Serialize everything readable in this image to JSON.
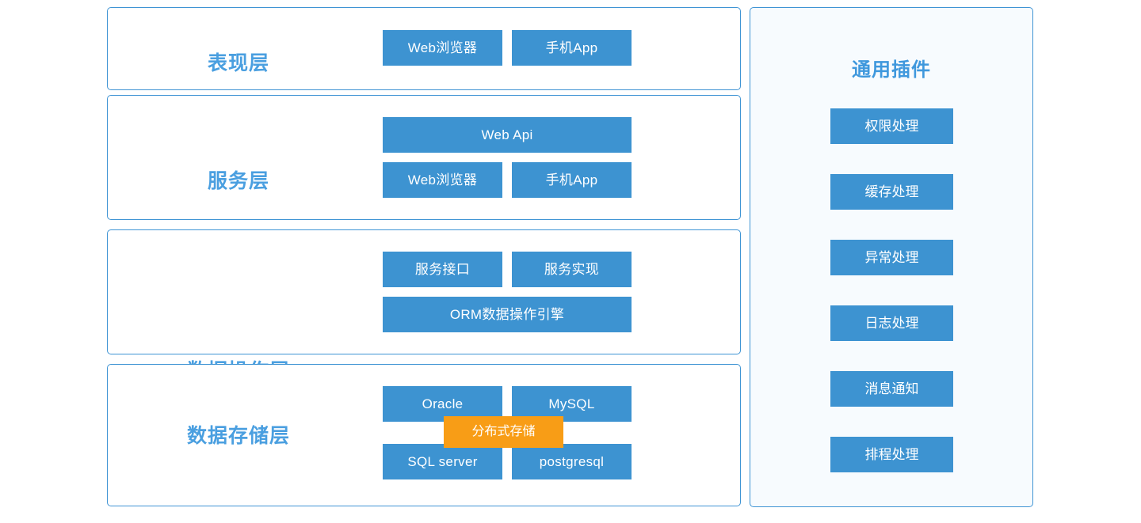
{
  "diagram": {
    "accent_blue": "#3d93d1",
    "title_blue": "#4a9fe0",
    "accent_orange": "#f89d16",
    "panel_border": "#3f94d4",
    "sidebar_bg": "#f7fbfe"
  },
  "layers": [
    {
      "title": "表现层",
      "rows": [
        {
          "boxes": [
            {
              "label": "Web浏览器",
              "span": "half"
            },
            {
              "label": "手机App",
              "span": "half"
            }
          ]
        }
      ]
    },
    {
      "title": "服务层",
      "rows": [
        {
          "boxes": [
            {
              "label": "Web  Api",
              "span": "full"
            }
          ]
        },
        {
          "boxes": [
            {
              "label": "Web浏览器",
              "span": "half"
            },
            {
              "label": "手机App",
              "span": "half"
            }
          ]
        }
      ]
    },
    {
      "title": "数据操作层",
      "rows": [
        {
          "boxes": [
            {
              "label": "服务接口",
              "span": "half"
            },
            {
              "label": "服务实现",
              "span": "half"
            }
          ]
        },
        {
          "boxes": [
            {
              "label": "ORM数据操作引擎",
              "span": "full"
            }
          ]
        }
      ]
    },
    {
      "title": "数据存储层",
      "rows": [
        {
          "boxes": [
            {
              "label": "Oracle",
              "span": "half"
            },
            {
              "label": "MySQL",
              "span": "half"
            }
          ]
        },
        {
          "boxes": [
            {
              "label": "SQL server",
              "span": "half"
            },
            {
              "label": "postgresql",
              "span": "half"
            }
          ]
        }
      ]
    }
  ],
  "overlay": {
    "label": "分布式存储"
  },
  "sidebar": {
    "title": "通用插件",
    "items": [
      {
        "label": "权限处理"
      },
      {
        "label": "缓存处理"
      },
      {
        "label": "异常处理"
      },
      {
        "label": "日志处理"
      },
      {
        "label": "消息通知"
      },
      {
        "label": "排程处理"
      }
    ]
  }
}
